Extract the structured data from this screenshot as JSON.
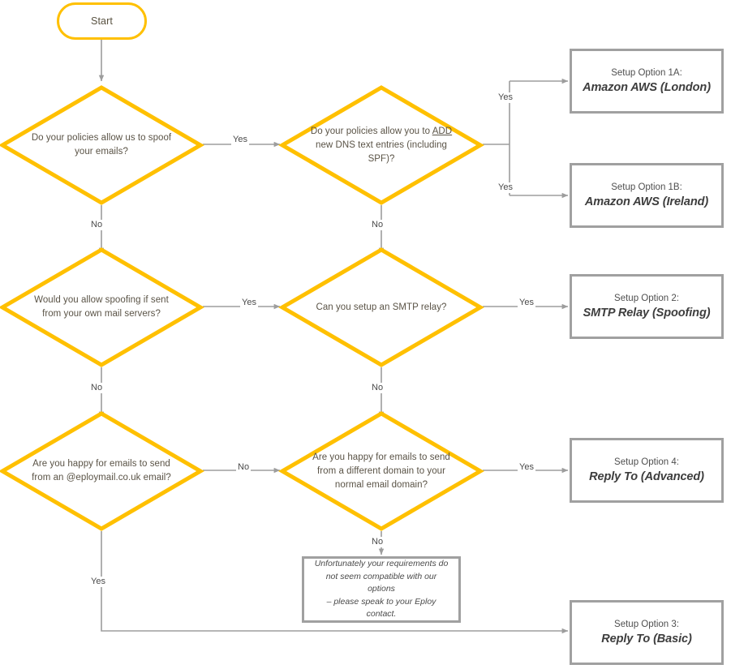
{
  "diagram": {
    "title": "Eploy Email Setup Decision Flowchart",
    "colors": {
      "decision_stroke": "#FFC000",
      "terminator_stroke": "#FFC000",
      "outcome_stroke": "#A0A0A0",
      "connector": "#9D9D9D",
      "text": "#5a5346",
      "background": "#FFFFFF"
    },
    "start": {
      "label": "Start"
    },
    "decisions": [
      {
        "id": "d1",
        "lines": [
          "Do your policies allow us to spoof",
          "your emails?"
        ],
        "underlined": []
      },
      {
        "id": "d2",
        "lines": [
          "Do your policies allow you to ADD",
          "new DNS text entries (including",
          "SPF)?"
        ],
        "underlined": [
          "ADD"
        ]
      },
      {
        "id": "d3",
        "lines": [
          "Would you allow spoofing if sent",
          "from your own mail servers?"
        ],
        "underlined": []
      },
      {
        "id": "d4",
        "lines": [
          "Can you setup an SMTP relay?"
        ],
        "underlined": []
      },
      {
        "id": "d5",
        "lines": [
          "Are you happy for emails to send",
          "from an @eploymail.co.uk email?"
        ],
        "underlined": []
      },
      {
        "id": "d6",
        "lines": [
          "Are you happy for emails to send",
          "from a different domain to your",
          "normal email domain?"
        ],
        "underlined": []
      }
    ],
    "outcomes": [
      {
        "id": "o1a",
        "line1": "Setup Option 1A:",
        "line2": "Amazon AWS (London)"
      },
      {
        "id": "o1b",
        "line1": "Setup Option 1B:",
        "line2": "Amazon AWS (Ireland)"
      },
      {
        "id": "o2",
        "line1": "Setup Option 2:",
        "line2": "SMTP Relay (Spoofing)"
      },
      {
        "id": "o4",
        "line1": "Setup Option 4:",
        "line2": "Reply To (Advanced)"
      },
      {
        "id": "o3",
        "line1": "Setup Option 3:",
        "line2": "Reply To (Basic)"
      }
    ],
    "note": {
      "id": "n1",
      "lines": [
        "Unfortunately your requirements do",
        "not seem compatible with our options",
        "– please speak to your Eploy contact."
      ]
    },
    "edge_labels": {
      "d1_yes": "Yes",
      "d1_no": "No",
      "d2_yes_top": "Yes",
      "d2_yes_bottom": "Yes",
      "d2_no": "No",
      "d3_yes": "Yes",
      "d3_no": "No",
      "d4_yes": "Yes",
      "d4_no": "No",
      "d5_no": "No",
      "d5_yes": "Yes",
      "d6_yes": "Yes",
      "d6_no": "No"
    }
  }
}
